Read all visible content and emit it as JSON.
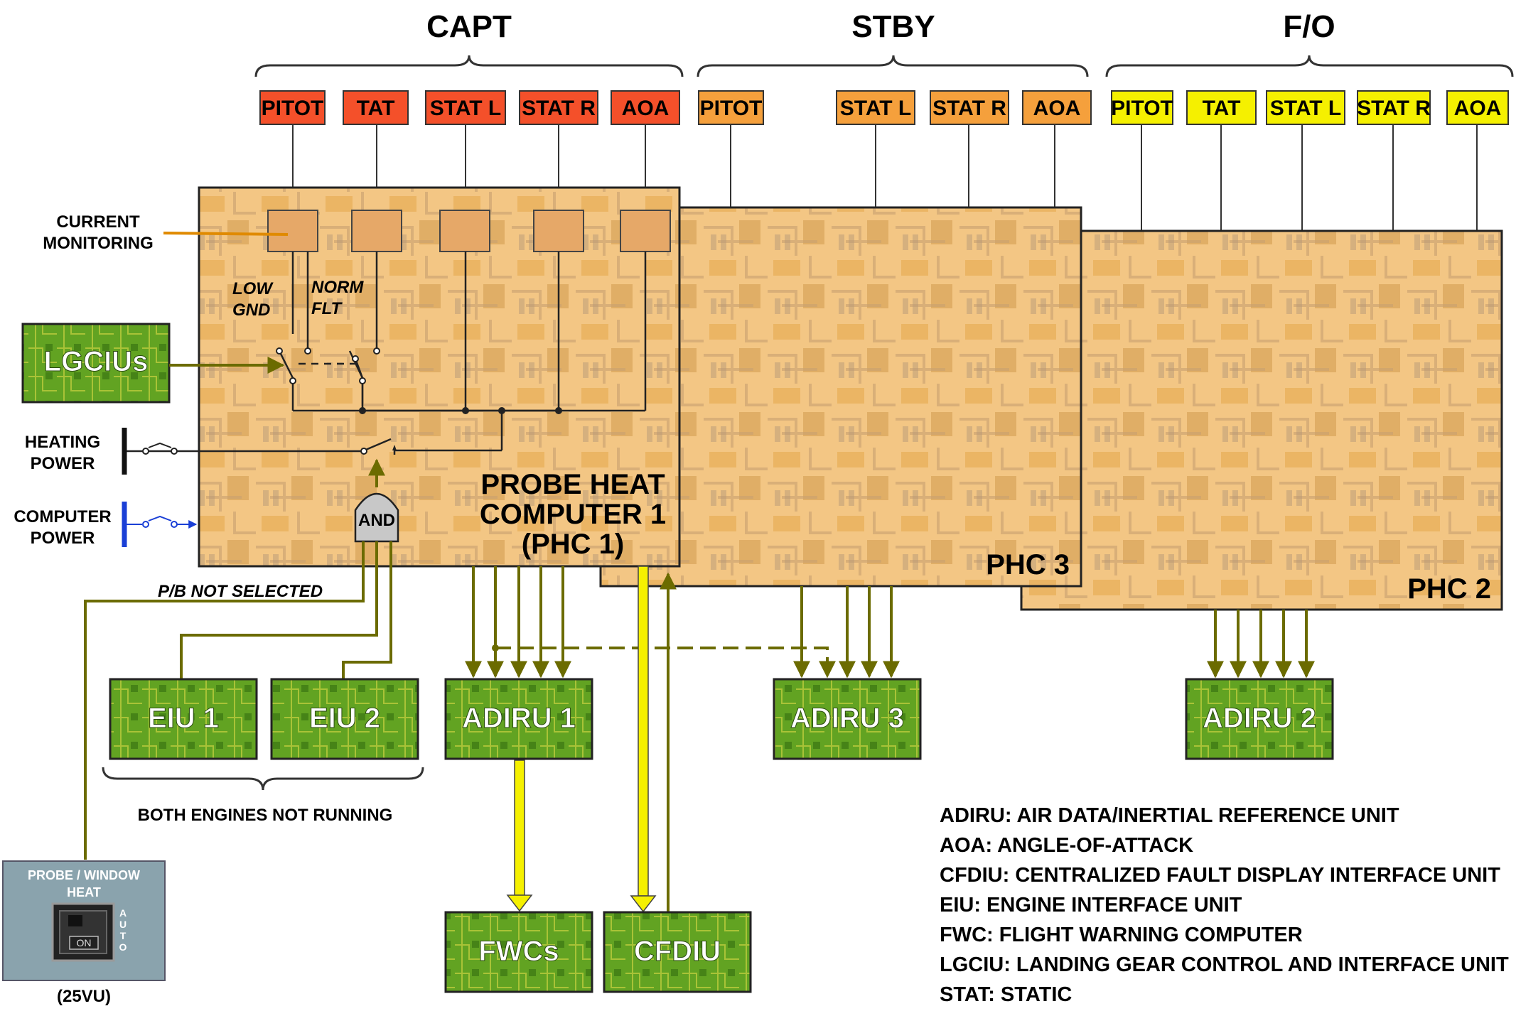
{
  "groups": {
    "capt": "CAPT",
    "stby": "STBY",
    "fo": "F/O"
  },
  "probes": {
    "capt": [
      "PITOT",
      "TAT",
      "STAT L",
      "STAT R",
      "AOA"
    ],
    "stby": [
      "PITOT",
      "STAT L",
      "STAT R",
      "AOA"
    ],
    "fo": [
      "PITOT",
      "TAT",
      "STAT L",
      "STAT R",
      "AOA"
    ]
  },
  "current_monitoring": [
    "CURRENT",
    "MONITORING"
  ],
  "switch_labels": {
    "low": "LOW",
    "gnd": "GND",
    "norm": "NORM",
    "flt": "FLT"
  },
  "lgcius": "LGCIUs",
  "heating_power": [
    "HEATING",
    "POWER"
  ],
  "computer_power": [
    "COMPUTER",
    "POWER"
  ],
  "and_gate": "AND",
  "phc1": [
    "PROBE HEAT",
    "COMPUTER 1",
    "(PHC 1)"
  ],
  "phc3": "PHC 3",
  "phc2": "PHC 2",
  "pb_not_selected": "P/B NOT SELECTED",
  "units": {
    "eiu1": "EIU 1",
    "eiu2": "EIU 2",
    "adiru1": "ADIRU 1",
    "adiru3": "ADIRU 3",
    "adiru2": "ADIRU 2",
    "fwcs": "FWCs",
    "cfdiu": "CFDIU"
  },
  "both_engines": "BOTH ENGINES NOT RUNNING",
  "panel": {
    "title1": "PROBE / WINDOW",
    "title2": "HEAT",
    "on": "ON",
    "auto": "AUTO",
    "code": "(25VU)"
  },
  "legend": [
    "ADIRU: AIR DATA/INERTIAL REFERENCE UNIT",
    "AOA: ANGLE-OF-ATTACK",
    "CFDIU: CENTRALIZED FAULT DISPLAY INTERFACE UNIT",
    "EIU: ENGINE INTERFACE UNIT",
    "FWC: FLIGHT WARNING COMPUTER",
    "LGCIU: LANDING GEAR CONTROL AND INTERFACE UNIT",
    "STAT: STATIC"
  ],
  "colors": {
    "capt_probe": "#f4502a",
    "stby_probe": "#f5a03c",
    "fo_probe": "#f5f000",
    "phc_fill": "#f2c27e",
    "unit_green": "#62a322",
    "line_olive": "#6b6b00",
    "bus_yellow": "#f5f000",
    "power_blue": "#1a3fd6"
  }
}
